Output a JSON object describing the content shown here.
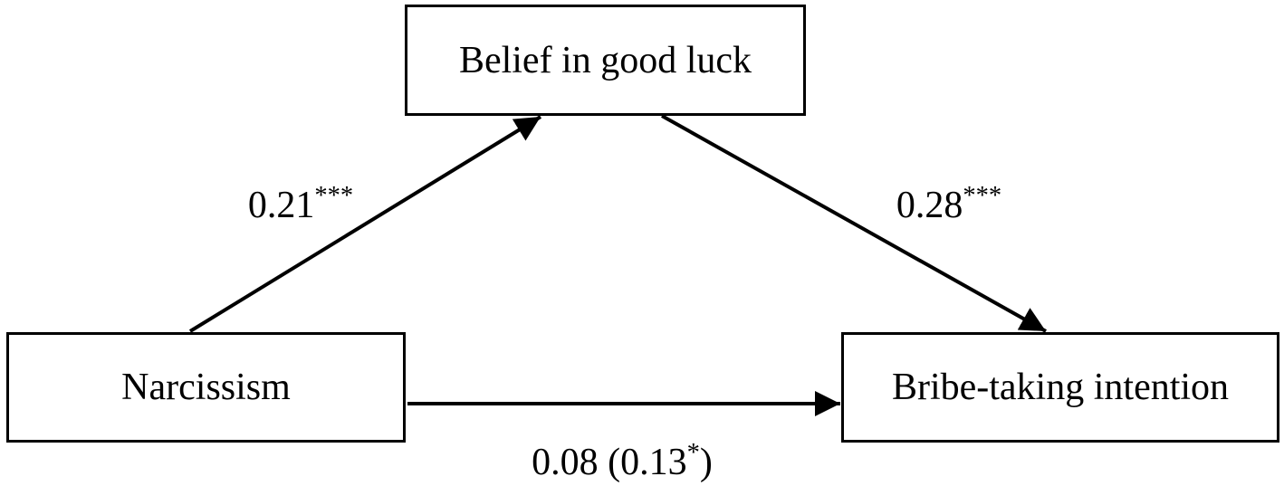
{
  "figure": {
    "background": "#ffffff",
    "line_color": "#000000",
    "text_color": "#000000"
  },
  "nodes": {
    "predictor": {
      "label": "Narcissism"
    },
    "mediator": {
      "label": "Belief in good luck"
    },
    "outcome": {
      "label": "Bribe-taking intention"
    }
  },
  "edges": {
    "a": {
      "from": "Narcissism",
      "to": "Belief in good luck",
      "coef": "0.21",
      "stars": "***"
    },
    "b": {
      "from": "Belief in good luck",
      "to": "Bribe-taking intention",
      "coef": "0.28",
      "stars": "***"
    },
    "c": {
      "from": "Narcissism",
      "to": "Bribe-taking intention",
      "label_full": "0.08 (0.13*)",
      "prefix": "0.08 (0.13",
      "star": "*",
      "suffix": ")"
    }
  }
}
